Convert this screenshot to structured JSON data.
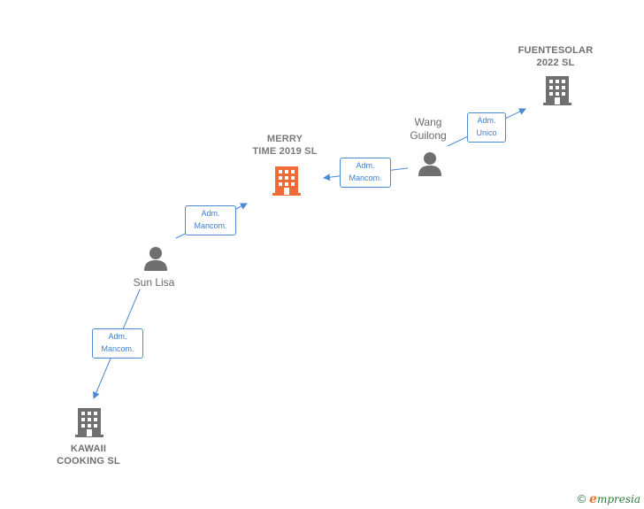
{
  "colors": {
    "edge": "#4a8ad4",
    "company": "#707070",
    "company_main": "#f06a35",
    "person": "#6f6f6f"
  },
  "nodes": {
    "fuentesolar": {
      "line1": "FUENTESOLAR",
      "line2": "2022  SL",
      "icon": "building-icon"
    },
    "merry_time": {
      "line1": "MERRY",
      "line2": "TIME 2019  SL",
      "icon": "building-icon"
    },
    "kawaii": {
      "line1": "KAWAII",
      "line2": "COOKING  SL",
      "icon": "building-icon"
    },
    "wang": {
      "line1": "Wang",
      "line2": "Guilong",
      "icon": "person-icon"
    },
    "sun": {
      "line1": "Sun Lisa",
      "icon": "person-icon"
    }
  },
  "edges": [
    {
      "line1": "Adm.",
      "line2": "Unico"
    },
    {
      "line1": "Adm.",
      "line2": "Mancom."
    },
    {
      "line1": "Adm.",
      "line2": "Mancom."
    },
    {
      "line1": "Adm.",
      "line2": "Mancom."
    }
  ],
  "footer": {
    "copyright": "©",
    "brand_initial": "e",
    "brand_rest": "mpresia"
  }
}
